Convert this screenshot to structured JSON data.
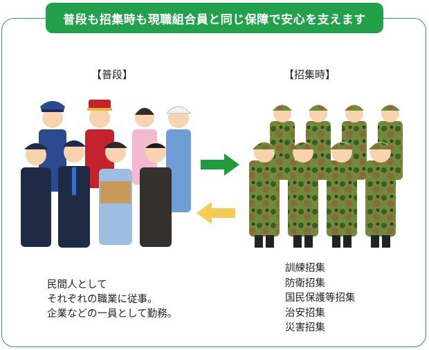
{
  "banner": {
    "title": "普段も招集時も現職組合員と同じ保障で安心を支えます"
  },
  "left": {
    "label": "【普段】",
    "lines": [
      "民間人として",
      "それぞれの職業に従事。",
      "企業などの一員として勤務。"
    ]
  },
  "right": {
    "label": "【招集時】",
    "lines": [
      "訓練招集",
      "防衛招集",
      "国民保護等招集",
      "治安招集",
      "災害招集"
    ]
  },
  "colors": {
    "frame": "#2e9e4f",
    "banner": "#23a04a",
    "arrow_right": "#1f9a3c",
    "arrow_left": "#f5cc55"
  },
  "icons": {
    "civilians": "civilian-workers-illustration",
    "soldiers": "soldiers-illustration",
    "arrow_to_call": "green-arrow-right-icon",
    "arrow_to_normal": "yellow-arrow-left-icon"
  }
}
